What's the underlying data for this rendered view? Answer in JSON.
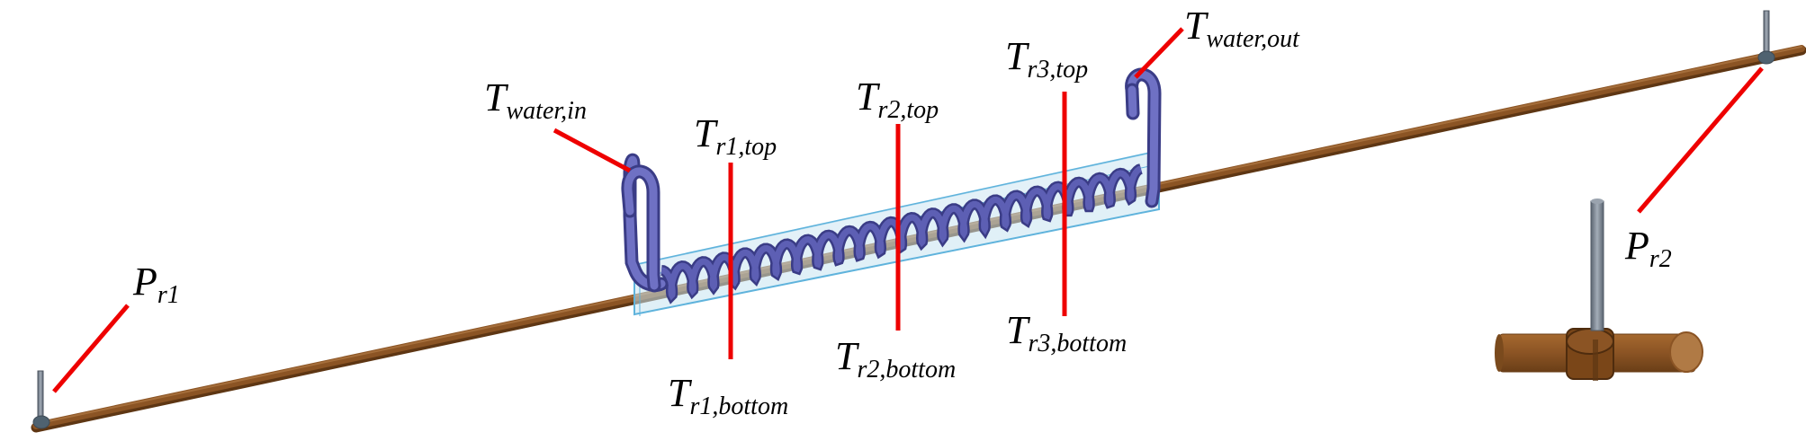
{
  "colors": {
    "pipe": "#8b5424",
    "pipe_dark": "#5e3613",
    "pipe_light": "#b07a45",
    "coil": "#5d5fb4",
    "coil_dark": "#3a3c86",
    "box_fill": "#c7e3f0",
    "box_stroke": "#5fb3dc",
    "sensor": "#7d8896",
    "leader": "#ee0000",
    "text": "#000000"
  },
  "icons": {
    "pressure_tap": "pressure-tap-icon",
    "coil": "helical-coil-icon"
  },
  "labels": {
    "t_water_in": {
      "main": "T",
      "sub": "water,in"
    },
    "t_water_out": {
      "main": "T",
      "sub": "water,out"
    },
    "t_r1_top": {
      "main": "T",
      "sub": "r1,top"
    },
    "t_r2_top": {
      "main": "T",
      "sub": "r2,top"
    },
    "t_r3_top": {
      "main": "T",
      "sub": "r3,top"
    },
    "t_r1_bottom": {
      "main": "T",
      "sub": "r1,bottom"
    },
    "t_r2_bottom": {
      "main": "T",
      "sub": "r2,bottom"
    },
    "t_r3_bottom": {
      "main": "T",
      "sub": "r3,bottom"
    },
    "p_r1": {
      "main": "P",
      "sub": "r1"
    },
    "p_r2": {
      "main": "P",
      "sub": "r2"
    }
  }
}
